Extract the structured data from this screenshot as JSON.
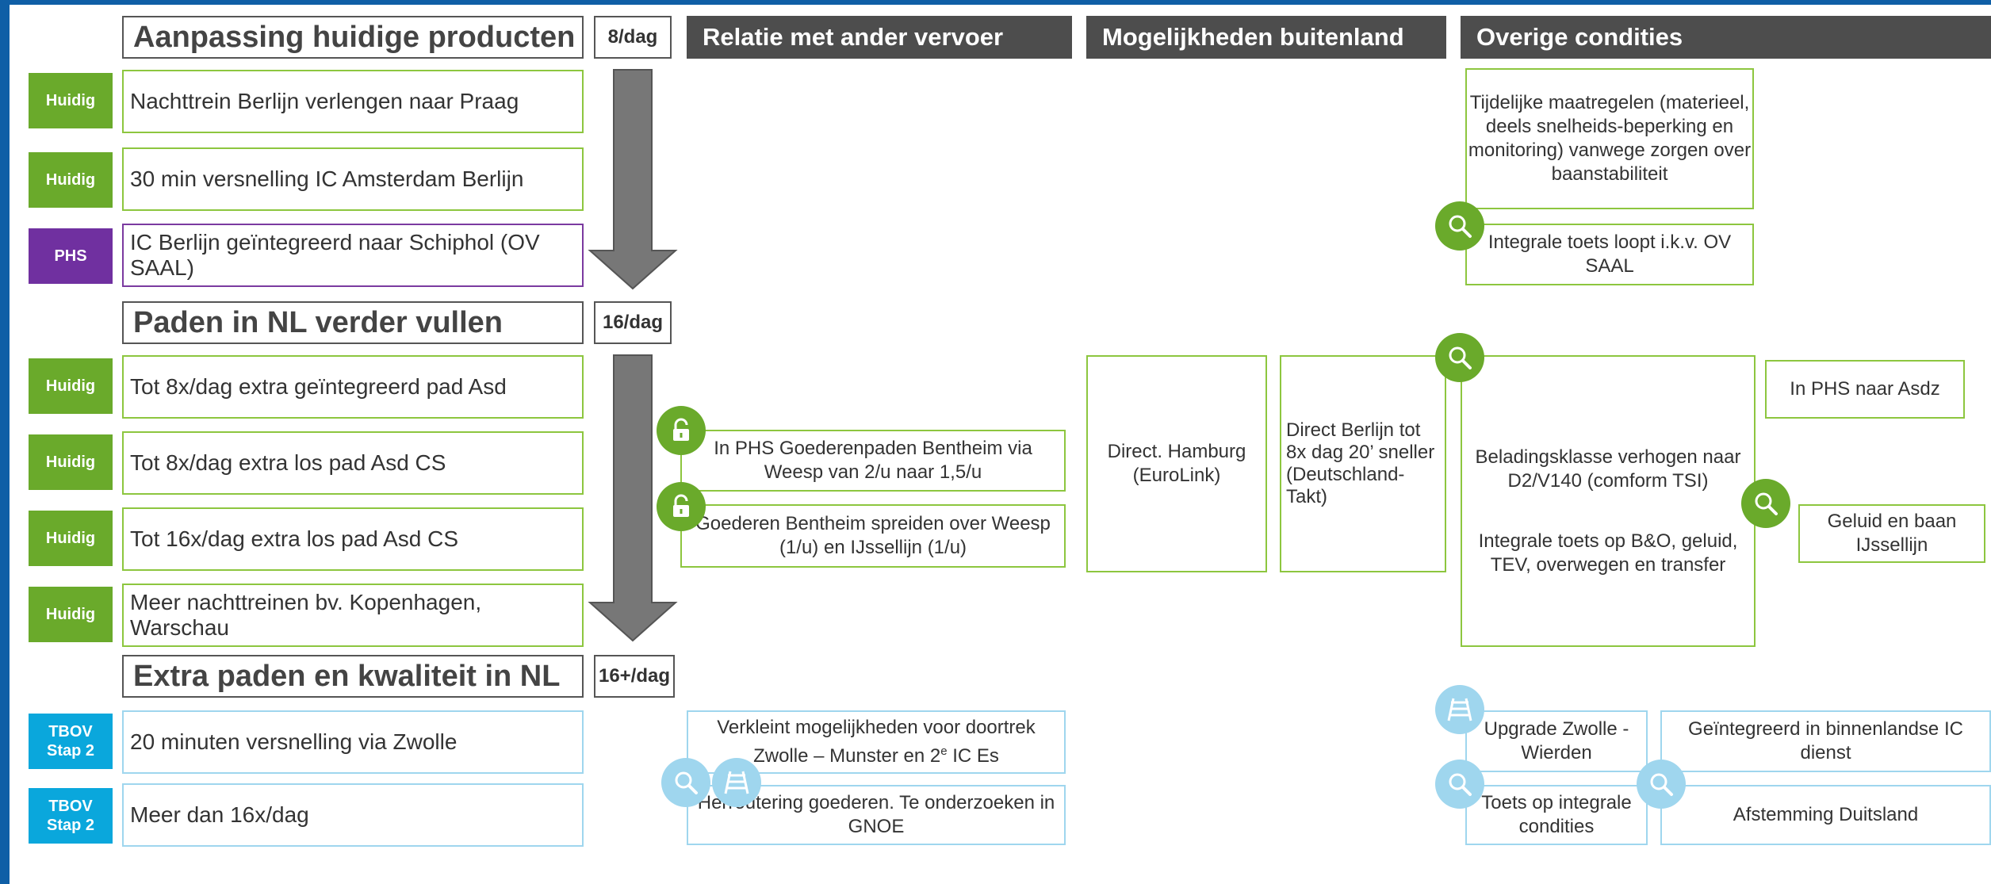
{
  "headings": {
    "h1": "Aanpassing huidige producten",
    "h2": "Paden in NL verder vullen",
    "h3": "Extra paden en kwaliteit in NL"
  },
  "rates": {
    "r1": "8/dag",
    "r2": "16/dag",
    "r3": "16+/dag"
  },
  "columns": {
    "c1": "Relatie met ander vervoer",
    "c2": "Mogelijkheden buitenland",
    "c3": "Overige condities"
  },
  "tags": {
    "huidig": "Huidig",
    "phs": "PHS",
    "tbov_line1": "TBOV",
    "tbov_line2": "Stap 2"
  },
  "items": [
    "Nachttrein Berlijn verlengen naar Praag",
    "30 min versnelling IC Amsterdam Berlijn",
    "IC Berlijn geïntegreerd naar Schiphol (OV SAAL)",
    "Tot 8x/dag extra geïntegreerd pad Asd",
    "Tot 8x/dag extra los pad Asd CS",
    "Tot 16x/dag extra los pad Asd CS",
    "Meer nachttreinen bv. Kopenhagen, Warschau",
    "20 minuten versnelling via Zwolle",
    "Meer dan 16x/dag"
  ],
  "relatie": {
    "r1": "In PHS Goederenpaden Bentheim via Weesp van 2/u naar 1,5/u",
    "r2": "Goederen Bentheim spreiden over Weesp (1/u) en IJssellijn (1/u)",
    "r3a": "Verkleint mogelijkheden voor doortrek Zwolle – Munster en 2",
    "r3sup": "e",
    "r3b": " IC Es",
    "r4": "Herroutering goederen. Te onderzoeken in GNOE"
  },
  "buitenland": {
    "b1": "Direct. Hamburg (EuroLink)",
    "b2": "Direct Berlijn tot 8x dag 20’ sneller (Deutschland-Takt)"
  },
  "condities": {
    "o1": "Tijdelijke maatregelen (materieel, deels snelheids-beperking en monitoring) vanwege zorgen over baanstabiliteit",
    "o2": "Integrale toets loopt i.k.v. OV SAAL",
    "o3a": "Beladingsklasse verhogen naar D2/V140 (comform TSI)",
    "o3b": "Integrale toets op B&O, geluid, TEV, overwegen en transfer",
    "o4": "In PHS naar Asdz",
    "o5": "Geluid en baan IJssellijn",
    "o6": "Upgrade Zwolle - Wierden",
    "o7": "Geïntegreerd in binnenlandse IC dienst",
    "o8": "Toets op integrale condities",
    "o9": "Afstemming Duitsland"
  },
  "icons": {
    "lock": "lock-open-icon",
    "search": "magnifier-icon",
    "rail": "railway-track-icon"
  },
  "colors": {
    "green": "#6aaa2b",
    "green_border": "#8dc63f",
    "purple": "#7030a0",
    "blue": "#0aa7dc",
    "light_blue": "#9fd6ee",
    "dark_header": "#4d4d4d",
    "frame": "#0f5fa6",
    "arrow": "#777777"
  }
}
